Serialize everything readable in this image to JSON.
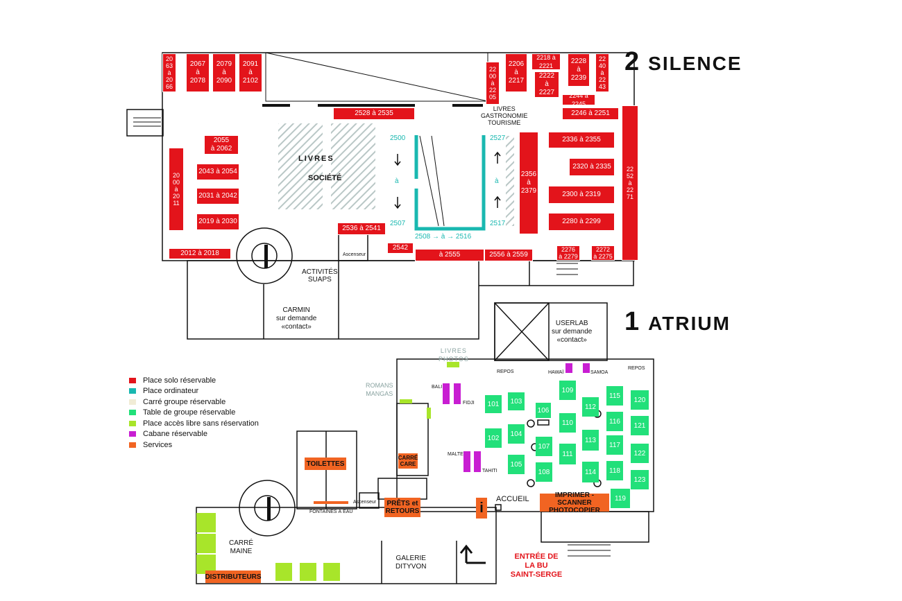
{
  "floors": {
    "silence": {
      "number": "2",
      "name": "SILENCE"
    },
    "atrium": {
      "number": "1",
      "name": "ATRIUM"
    }
  },
  "colors": {
    "solo": "#e3141b",
    "ordinateur": "#19b8b0",
    "carre_groupe": "#f1ecd6",
    "table_groupe": "#22e07a",
    "acces_libre": "#a8e52a",
    "cabane": "#c81ed2",
    "services": "#f16422"
  },
  "legend": [
    {
      "label": "Place solo réservable",
      "color": "#e3141b"
    },
    {
      "label": "Place ordinateur",
      "color": "#19b8b0"
    },
    {
      "label": "Carré groupe réservable",
      "color": "#f1ecd6"
    },
    {
      "label": "Table de groupe réservable",
      "color": "#22e07a"
    },
    {
      "label": "Place accès libre sans réservation",
      "color": "#a8e52a"
    },
    {
      "label": "Cabane réservable",
      "color": "#c81ed2"
    },
    {
      "label": "Services",
      "color": "#f16422"
    }
  ],
  "silence_seats": [
    "20\n63\nà\n20\n66",
    "2067\nà\n2078",
    "2079\nà\n2090",
    "2091\nà\n2102",
    "2055\nà 2062",
    "20\n00\nà\n20\n11",
    "2043 à 2054",
    "2031 à 2042",
    "2019 à 2030",
    "2012 à 2018",
    "2528 à 2535",
    "2536 à 2541",
    "2542",
    "à 2555",
    "2556 à 2559",
    "22\n00\nà\n22\n05",
    "2206\nà\n2217",
    "2218 à\n2221",
    "2222\nà\n2227",
    "2228\nà\n2239",
    "22\n40\nà\n22\n43",
    "2244 à 2245",
    "2246 à 2251",
    "2356\nà\n2379",
    "2336 à 2355",
    "2320 à 2335",
    "2300 à 2319",
    "2280 à 2299",
    "22\n52\nà\n22\n71",
    "2276\nà 2279",
    "2272\nà 2275"
  ],
  "ordinateur": {
    "left_top": "2500",
    "left_mid": "à",
    "left_bottom": "2507",
    "right_top": "2527",
    "right_mid": "à",
    "right_bottom": "2517",
    "bottom": "2508 → à → 2516"
  },
  "silence_labels": {
    "livres": "LIVRES",
    "societe": "SOCIÉTÉ",
    "gastronomie": "LIVRES\nGASTRONOMIE\nTOURISME",
    "ascenseur": "Ascenseur",
    "activites": "ACTIVITÉS\nSUAPS",
    "carmin": "CARMIN\nsur demande\n«contact»"
  },
  "atrium_labels": {
    "userlab": "USERLAB\nsur demande\n«contact»",
    "livres_photos": "LIVRES\nPHOTOS",
    "romans_mangas": "ROMANS\nMANGAS",
    "repos1": "REPOS",
    "repos2": "REPOS",
    "hawai": "HAWAÏ",
    "samoa": "SAMOA",
    "bali": "BALI",
    "fidji": "FIDJI",
    "malte": "MALTE",
    "tahiti": "TAHITI",
    "accueil": "ACCUEIL",
    "fontaines": "FONTAINES À EAU",
    "ascenseur": "Ascenseur",
    "carre_maine": "CARRÉ\nMAINE",
    "galerie": "GALERIE\nDITYVON",
    "entree": "ENTRÉE DE\nLA BU\nSAINT-SERGE"
  },
  "services": {
    "toilettes": "TOILETTES",
    "carre_care": "CARRÉ\nCARE",
    "prets": "PRÊTS et\nRETOURS",
    "imprimer": "IMPRIMER - SCANNER\nPHOTOCOPIER",
    "distributeurs": "DISTRIBUTEURS",
    "info": "i"
  },
  "group_tables": [
    "101",
    "102",
    "103",
    "104",
    "105",
    "106",
    "107",
    "108",
    "109",
    "110",
    "111",
    "112",
    "113",
    "114",
    "115",
    "116",
    "117",
    "118",
    "119",
    "120",
    "121",
    "122",
    "123"
  ]
}
